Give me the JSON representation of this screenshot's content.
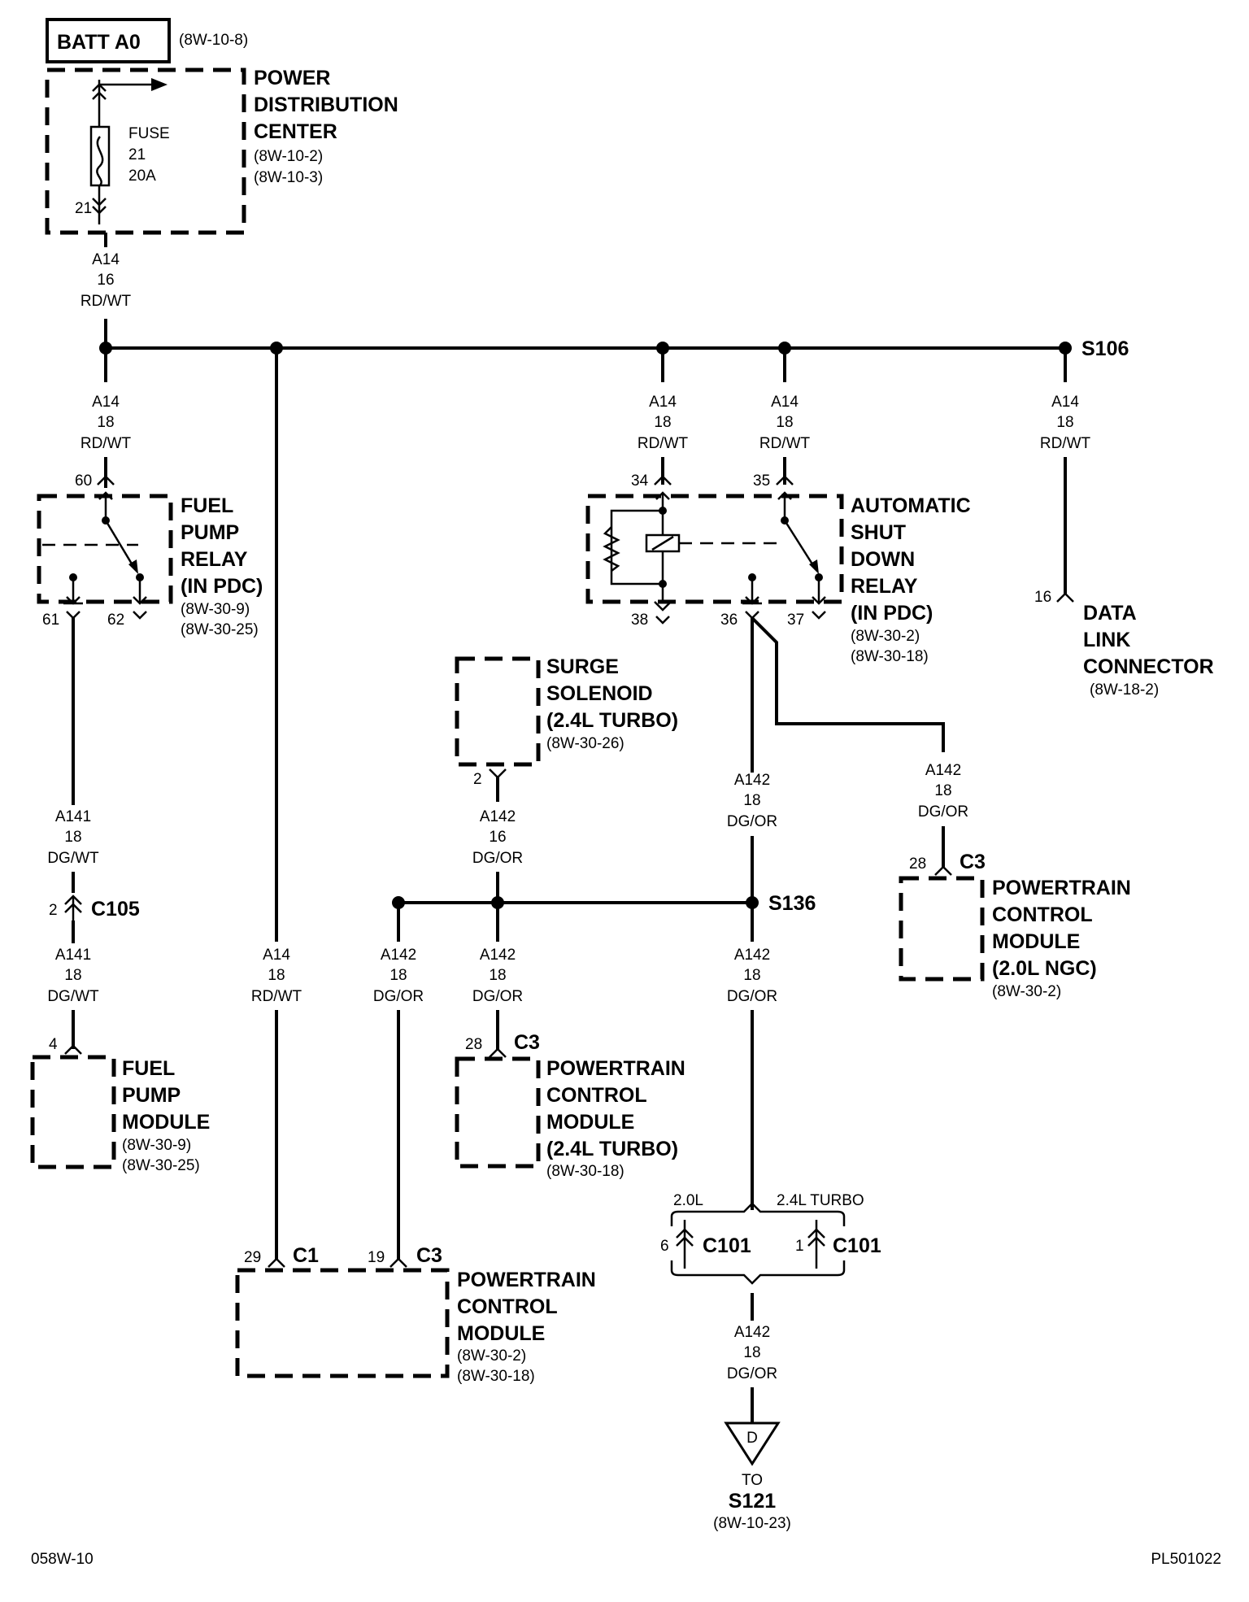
{
  "title_box": {
    "label": "BATT A0",
    "ref": "(8W-10-8)"
  },
  "pdc": {
    "lines": [
      "POWER",
      "DISTRIBUTION",
      "CENTER"
    ],
    "refs": [
      "(8W-10-2)",
      "(8W-10-3)"
    ],
    "fuse": [
      "FUSE",
      "21",
      "20A"
    ],
    "pin": "21"
  },
  "wires": {
    "main": [
      "A14",
      "16",
      "RD/WT"
    ],
    "a14_18": [
      "A14",
      "18",
      "RD/WT"
    ],
    "a141_18": [
      "A141",
      "18",
      "DG/WT"
    ],
    "a142_16": [
      "A142",
      "16",
      "DG/OR"
    ],
    "a142_18": [
      "A142",
      "18",
      "DG/OR"
    ]
  },
  "splices": {
    "s106": "S106",
    "s136": "S136"
  },
  "fuel_pump_relay": {
    "lines": [
      "FUEL",
      "PUMP",
      "RELAY",
      "(IN PDC)"
    ],
    "refs": [
      "(8W-30-9)",
      "(8W-30-25)"
    ],
    "pins": {
      "p60": "60",
      "p61": "61",
      "p62": "62"
    }
  },
  "asd_relay": {
    "lines": [
      "AUTOMATIC",
      "SHUT",
      "DOWN",
      "RELAY",
      "(IN PDC)"
    ],
    "refs": [
      "(8W-30-2)",
      "(8W-30-18)"
    ],
    "pins": {
      "p34": "34",
      "p35": "35",
      "p38": "38",
      "p36": "36",
      "p37": "37"
    }
  },
  "dlc": {
    "lines": [
      "DATA",
      "LINK",
      "CONNECTOR"
    ],
    "ref": "(8W-18-2)",
    "pin": "16"
  },
  "surge": {
    "lines": [
      "SURGE",
      "SOLENOID",
      "(2.4L TURBO)"
    ],
    "ref": "(8W-30-26)",
    "pin": "2"
  },
  "c105": {
    "label": "C105",
    "pin": "2"
  },
  "fuel_pump_module": {
    "lines": [
      "FUEL",
      "PUMP",
      "MODULE"
    ],
    "refs": [
      "(8W-30-9)",
      "(8W-30-25)"
    ],
    "pin": "4"
  },
  "pcm_ngc": {
    "lines": [
      "POWERTRAIN",
      "CONTROL",
      "MODULE",
      "(2.0L NGC)"
    ],
    "ref": "(8W-30-2)",
    "pin": "28",
    "conn": "C3"
  },
  "pcm_turbo": {
    "lines": [
      "POWERTRAIN",
      "CONTROL",
      "MODULE",
      "(2.4L TURBO)"
    ],
    "ref": "(8W-30-18)",
    "pin": "28",
    "conn": "C3"
  },
  "pcm_main": {
    "lines": [
      "POWERTRAIN",
      "CONTROL",
      "MODULE"
    ],
    "refs": [
      "(8W-30-2)",
      "(8W-30-18)"
    ],
    "pin1": "29",
    "conn1": "C1",
    "pin2": "19",
    "conn2": "C3"
  },
  "c101": {
    "left_label": "2.0L",
    "right_label": "2.4L TURBO",
    "pin_left": "6",
    "pin_right": "1",
    "conn": "C101"
  },
  "terminal": {
    "letter": "D",
    "to": "TO",
    "dest": "S121",
    "ref": "(8W-10-23)"
  },
  "footer": {
    "left": "058W-10",
    "right": "PL501022"
  }
}
